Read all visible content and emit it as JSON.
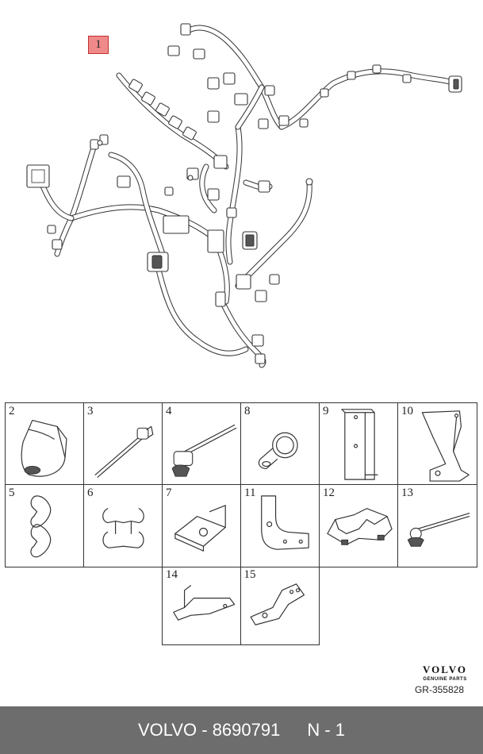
{
  "diagram": {
    "main_callout": "1",
    "parts": [
      {
        "num": "2",
        "icon": "rubber-boot-icon"
      },
      {
        "num": "3",
        "icon": "cable-tie-clip-icon"
      },
      {
        "num": "4",
        "icon": "cable-tie-mount-icon"
      },
      {
        "num": "8",
        "icon": "p-clamp-icon"
      },
      {
        "num": "9",
        "icon": "long-bracket-icon"
      },
      {
        "num": "10",
        "icon": "mounting-bracket-icon"
      },
      {
        "num": "5",
        "icon": "double-clip-icon"
      },
      {
        "num": "6",
        "icon": "triple-clip-icon"
      },
      {
        "num": "7",
        "icon": "flat-bracket-icon"
      },
      {
        "num": "11",
        "icon": "angle-bracket-icon"
      },
      {
        "num": "12",
        "icon": "cable-holder-icon"
      },
      {
        "num": "13",
        "icon": "cable-tie-anchor-icon"
      },
      {
        "num": "14",
        "icon": "bent-bracket-icon"
      },
      {
        "num": "15",
        "icon": "offset-bracket-icon"
      }
    ]
  },
  "brand": {
    "logo": "VOLVO",
    "subtitle": "GENUINE PARTS",
    "ref": "GR-355828"
  },
  "footer": {
    "part": "VOLVO - 8690791",
    "qty": "N - 1"
  }
}
